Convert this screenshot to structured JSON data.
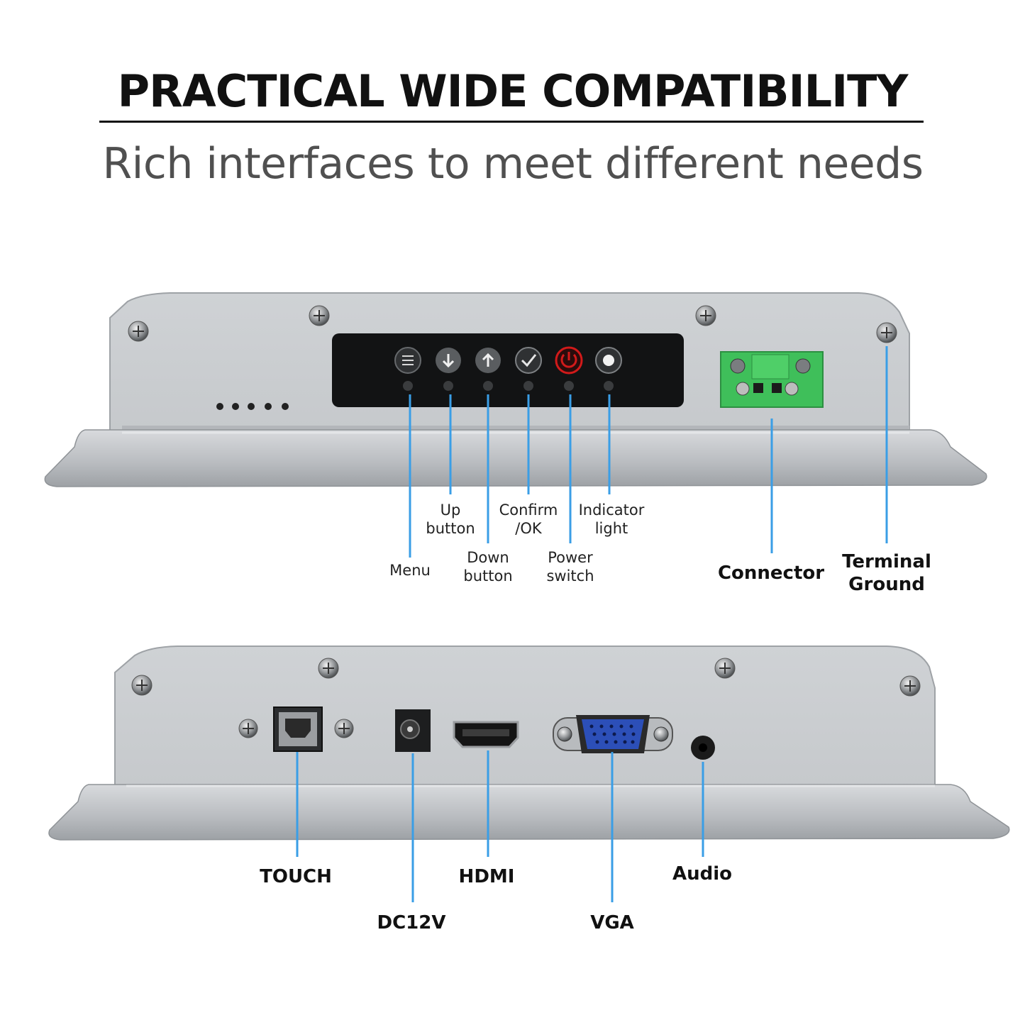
{
  "header": {
    "title": "PRACTICAL WIDE COMPATIBILITY",
    "subtitle": "Rich interfaces to meet different needs"
  },
  "panel_top": {
    "labels": {
      "menu": "Menu",
      "up": [
        "Up",
        "button"
      ],
      "down": [
        "Down",
        "button"
      ],
      "confirm": [
        "Confirm",
        "/OK"
      ],
      "power": [
        "Power",
        "switch"
      ],
      "indicator": [
        "Indicator",
        "light"
      ],
      "connector": "Connector",
      "terminal": [
        "Terminal",
        "Ground"
      ]
    }
  },
  "panel_bottom": {
    "labels": {
      "touch": "TOUCH",
      "dc": "DC12V",
      "hdmi": "HDMI",
      "vga": "VGA",
      "audio": "Audio"
    }
  },
  "colors": {
    "leader": "#3a9ee6",
    "housing": "#c9cdd1",
    "power_ring": "#d11a1a",
    "terminal_block": "#3fbf5a"
  },
  "icons": [
    "menu-icon",
    "arrow-down-icon",
    "arrow-up-icon",
    "check-icon",
    "power-icon",
    "indicator-dot-icon"
  ]
}
